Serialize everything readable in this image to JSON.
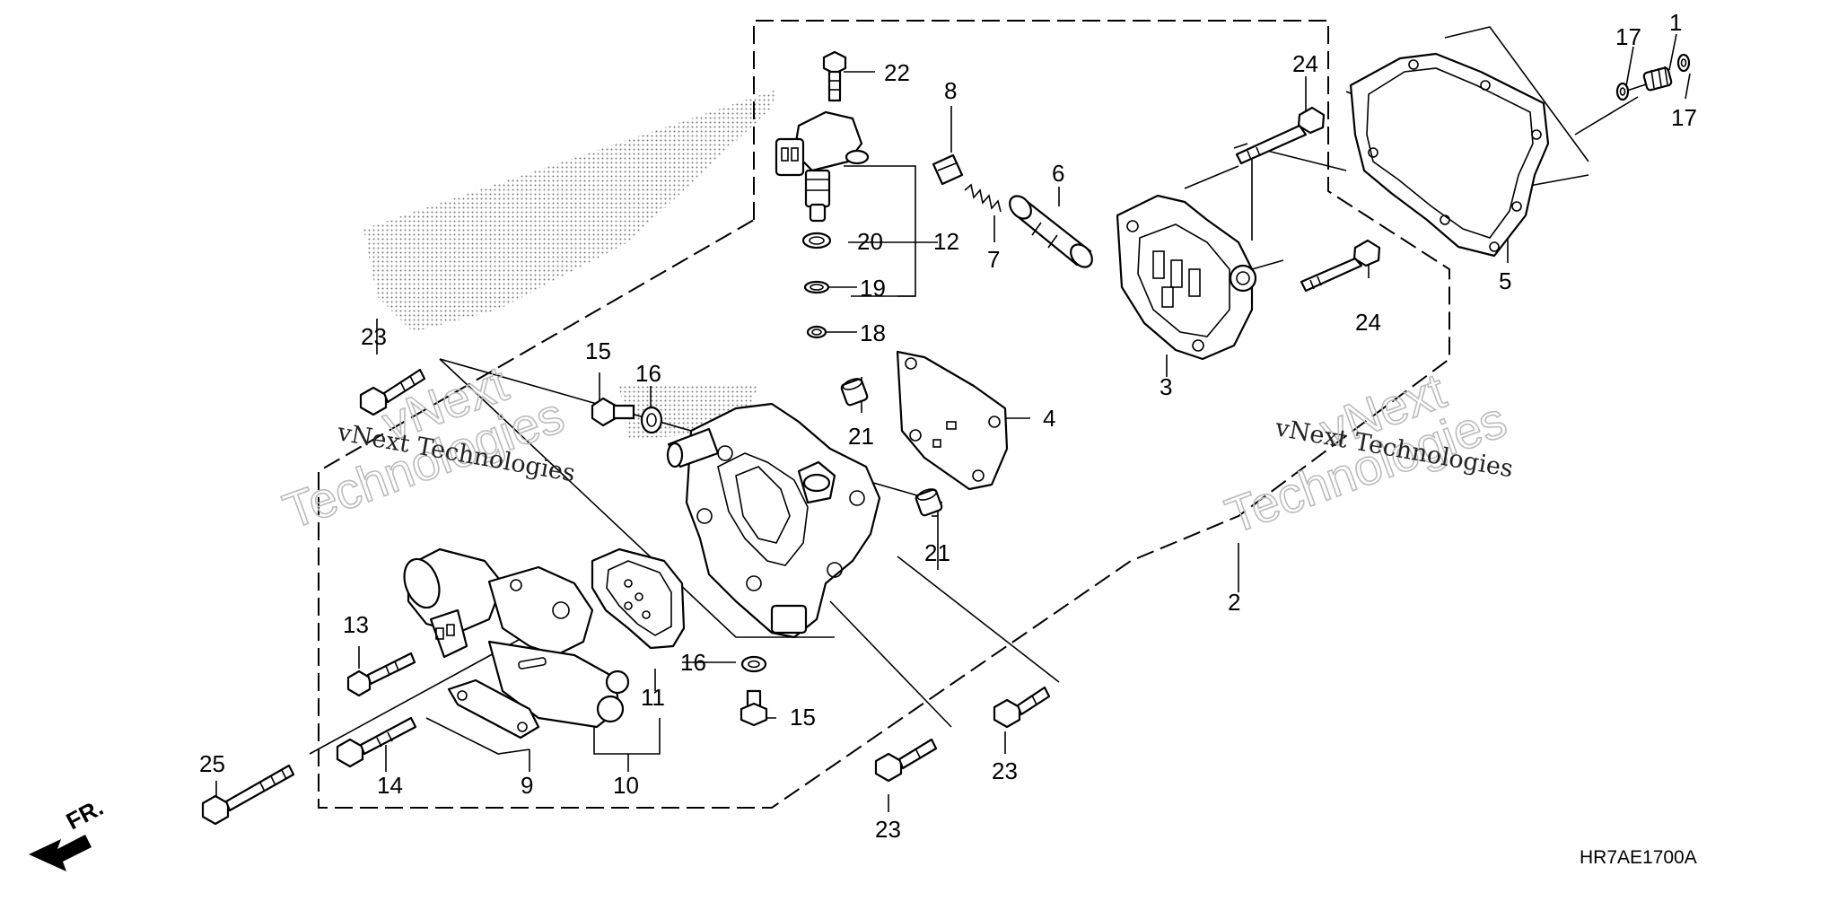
{
  "diagram": {
    "callouts": {
      "p1": "1",
      "p2": "2",
      "p3": "3",
      "p4": "4",
      "p5": "5",
      "p6": "6",
      "p7": "7",
      "p8": "8",
      "p9": "9",
      "p10": "10",
      "p11": "11",
      "p12": "12",
      "p13": "13",
      "p14": "14",
      "p15a": "15",
      "p15b": "15",
      "p16a": "16",
      "p16b": "16",
      "p17a": "17",
      "p17b": "17",
      "p18": "18",
      "p19": "19",
      "p20": "20",
      "p21a": "21",
      "p21b": "21",
      "p22": "22",
      "p23a": "23",
      "p23b": "23",
      "p23c": "23",
      "p24a": "24",
      "p24b": "24",
      "p25": "25"
    },
    "front_label": "FR.",
    "diagram_code": "HR7AE1700A"
  },
  "watermarks": {
    "left_serif": "vNext Technologies",
    "left_outline_1": "vNext",
    "left_outline_2": "Technologies",
    "right_serif": "vNext Technologies",
    "right_outline_1": "vNext",
    "right_outline_2": "Technologies"
  }
}
